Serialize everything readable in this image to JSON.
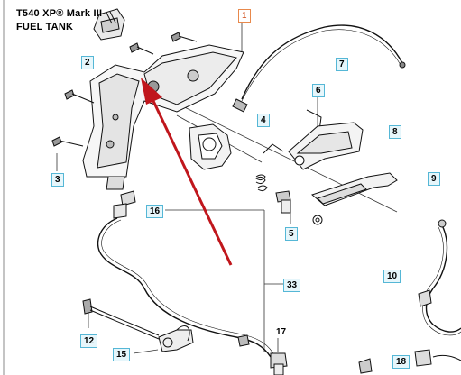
{
  "header": {
    "model": "T540 XP® Mark III",
    "section": "FUEL TANK"
  },
  "callouts": {
    "c1": "1",
    "c2": "2",
    "c3": "3",
    "c4": "4",
    "c5": "5",
    "c6": "6",
    "c7": "7",
    "c8": "8",
    "c9": "9",
    "c10": "10",
    "c12": "12",
    "c15": "15",
    "c16": "16",
    "c17": "17",
    "c18": "18",
    "c33": "33"
  },
  "colors": {
    "callout_fill": "#e6f6fb",
    "callout_border": "#55b7d6",
    "highlight_border": "#e8894c",
    "arrow": "#c0161c"
  }
}
